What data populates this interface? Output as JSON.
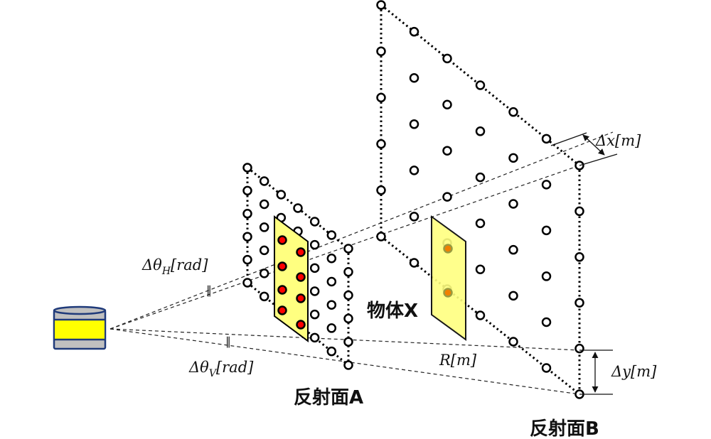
{
  "labels": {
    "theta_h": "Δθ_H[rad]",
    "theta_h_main": "Δθ",
    "theta_h_sub": "H",
    "theta_h_unit": "[rad]",
    "theta_v_main": "Δθ",
    "theta_v_sub": "V",
    "theta_v_unit": "[rad]",
    "plane_a": "反射面A",
    "plane_b": "反射面B",
    "object_x": "物体X",
    "range": "R[m]",
    "delta_x": "Δx[m]",
    "delta_y": "Δy[m]",
    "parallel_mark": "∥"
  },
  "colors": {
    "sensor_body": "#c0c0c0",
    "sensor_band": "#ffff00",
    "sensor_outline": "#1f3a7a",
    "panel_fill": "#ffff80",
    "hit_dot_a": "#ff0000",
    "hit_dot_x": "#f08000"
  },
  "grid": {
    "rows": 6,
    "cols": 7
  }
}
